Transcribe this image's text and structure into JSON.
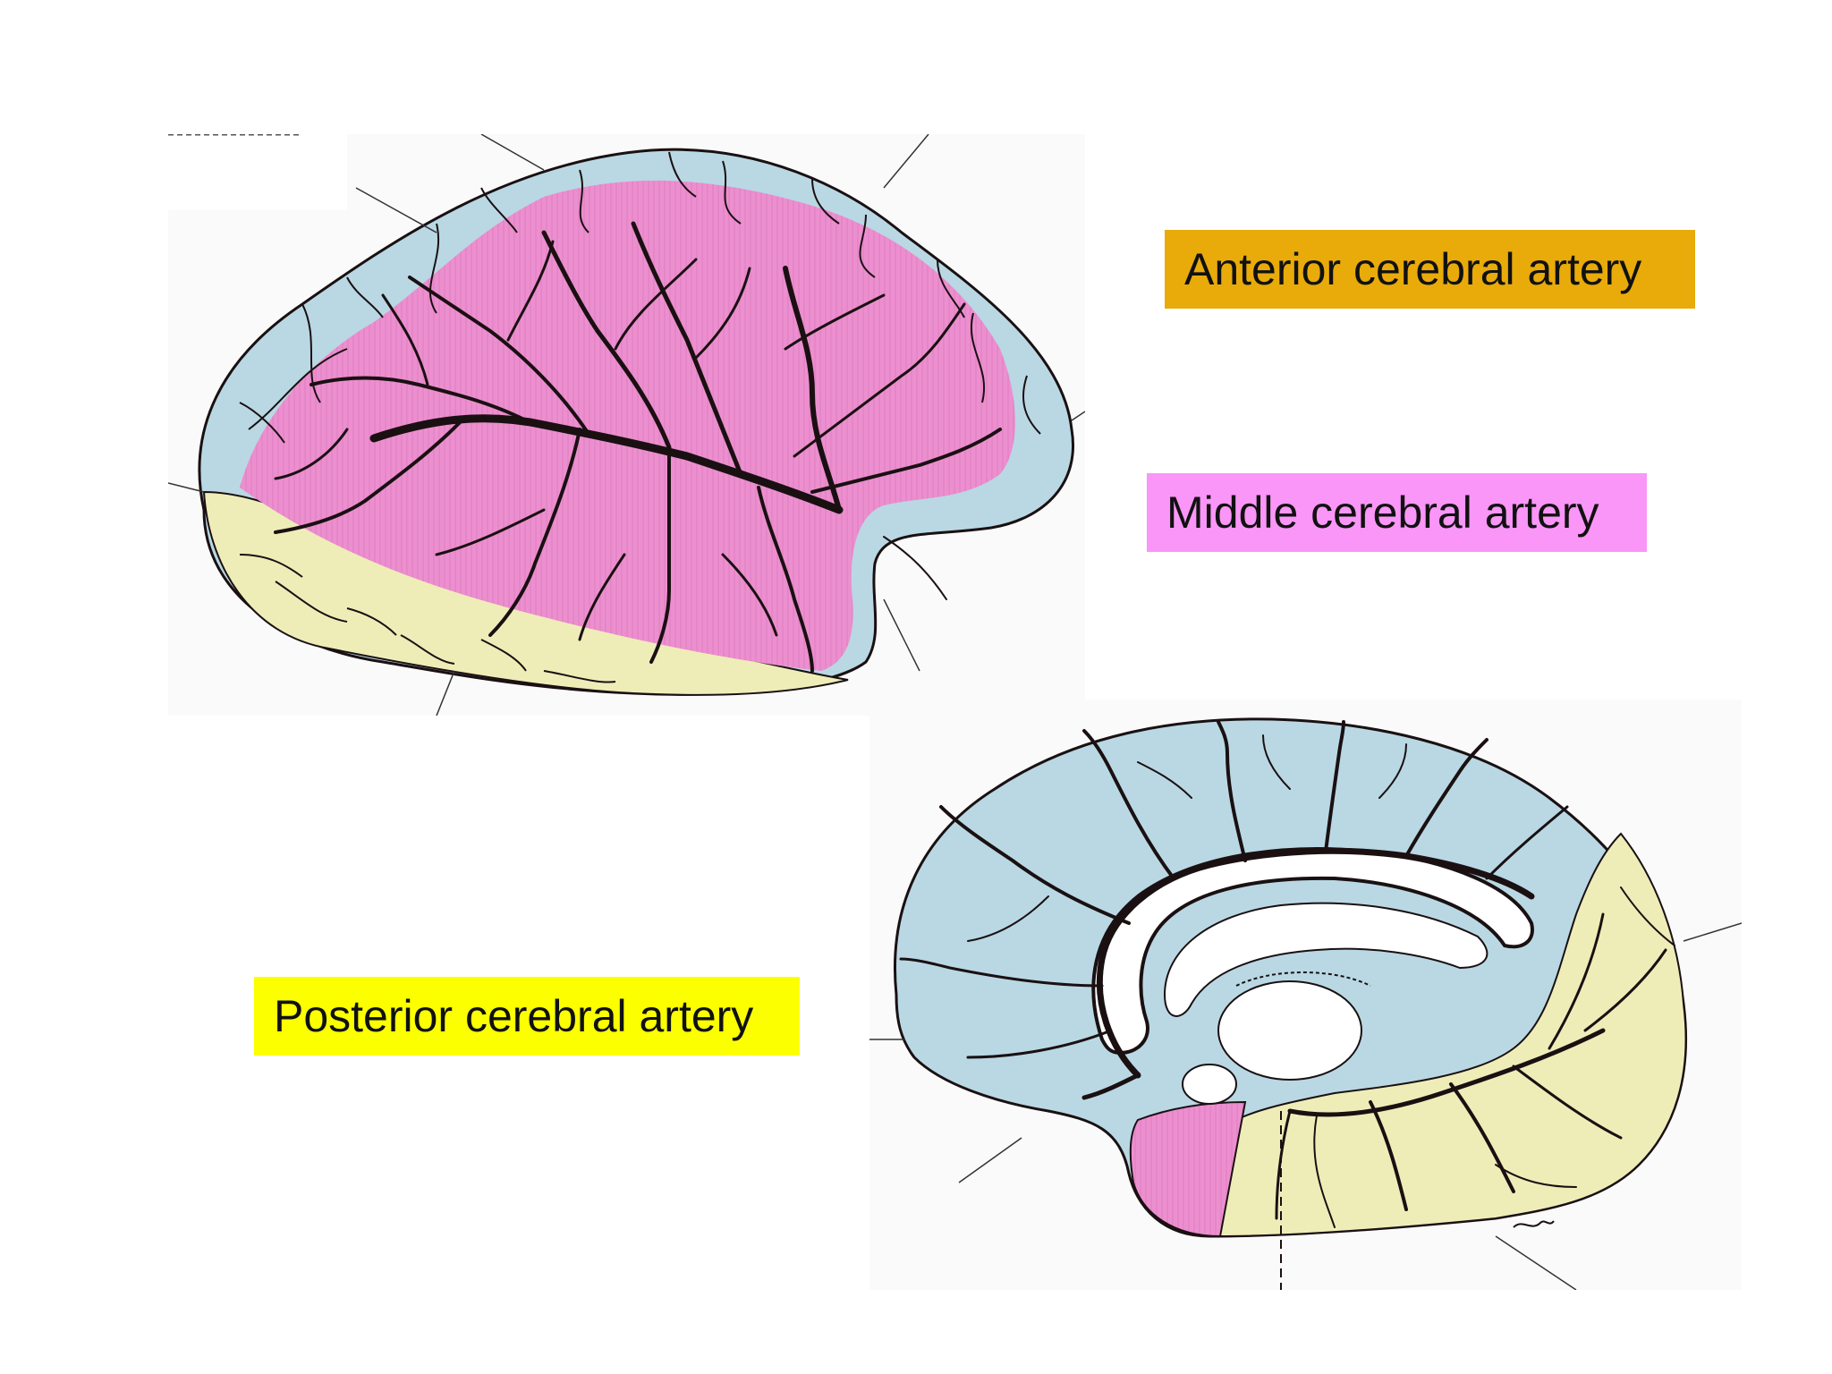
{
  "labels": {
    "anterior": "Anterior cerebral artery",
    "middle": "Middle cerebral artery",
    "posterior": "Posterior cerebral artery"
  },
  "colors": {
    "anterior_territory": "#b9d8e3",
    "middle_territory": "#ec8fcf",
    "posterior_territory": "#eeedb8",
    "anterior_label_bg": "#e9ab0a",
    "middle_label_bg": "#fa96f7",
    "posterior_label_bg": "#fbff00",
    "vessel": "#1a1012"
  },
  "icons": {
    "lateral_view": "brain-lateral-view-illustration",
    "medial_view": "brain-medial-view-illustration",
    "signature": "illustrator-signature"
  }
}
